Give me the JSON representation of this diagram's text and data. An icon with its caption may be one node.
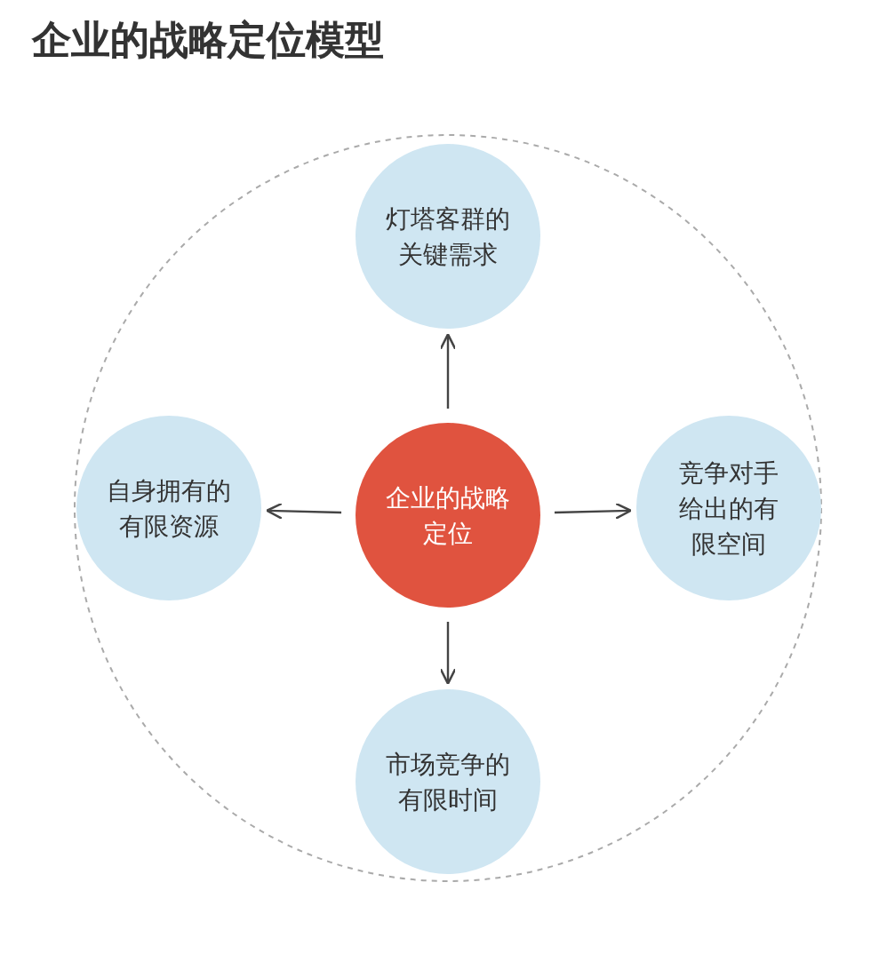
{
  "diagram": {
    "title": "企业的战略定位模型",
    "nodes": [
      {
        "text": [
          "灯塔客群的关键需求"
        ]
      },
      {
        "text": [
          "自身拥有的有限资源"
        ]
      },
      {
        "text": [
          "企业的战略定位"
        ]
      },
      {
        "text": [
          "竞争对手给出的有限空间"
        ]
      },
      {
        "text": [
          "市场竞争的有限时间"
        ]
      }
    ],
    "edges": [
      {
        "from": 2,
        "to": 0,
        "arrow": "to"
      },
      {
        "from": 2,
        "to": 1,
        "arrow": "to"
      },
      {
        "from": 2,
        "to": 3,
        "arrow": "to"
      },
      {
        "from": 2,
        "to": 4,
        "arrow": "to"
      }
    ]
  }
}
